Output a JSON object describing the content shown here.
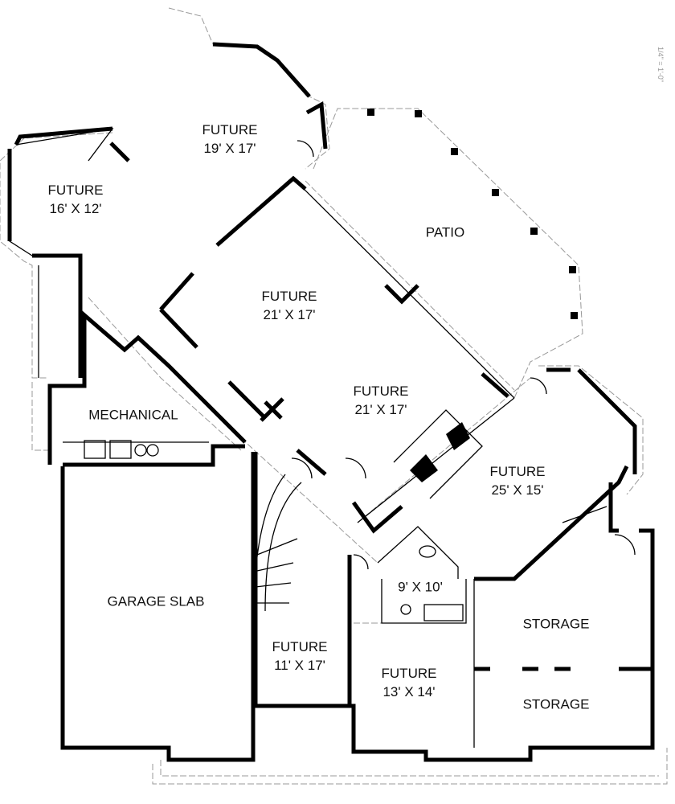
{
  "plan": {
    "scale_note": "1/4\" = 1'-0\"",
    "rooms": [
      {
        "id": "future-19x17",
        "name": "FUTURE",
        "size": "19' X 17'"
      },
      {
        "id": "future-16x12",
        "name": "FUTURE",
        "size": "16' X 12'"
      },
      {
        "id": "patio",
        "name": "PATIO",
        "size": ""
      },
      {
        "id": "future-21x17-a",
        "name": "FUTURE",
        "size": "21' X 17'"
      },
      {
        "id": "future-21x17-b",
        "name": "FUTURE",
        "size": "21' X 17'"
      },
      {
        "id": "mechanical",
        "name": "MECHANICAL",
        "size": ""
      },
      {
        "id": "future-25x15",
        "name": "FUTURE",
        "size": "25' X 15'"
      },
      {
        "id": "garage-slab",
        "name": "GARAGE SLAB",
        "size": ""
      },
      {
        "id": "bath",
        "name": "",
        "size": "9' X 10'"
      },
      {
        "id": "storage-a",
        "name": "STORAGE",
        "size": ""
      },
      {
        "id": "future-11x17",
        "name": "FUTURE",
        "size": "11' X 17'"
      },
      {
        "id": "future-13x14",
        "name": "FUTURE",
        "size": "13' X 14'"
      },
      {
        "id": "storage-b",
        "name": "STORAGE",
        "size": ""
      }
    ]
  },
  "colors": {
    "wall": "#000000",
    "outline": "#999999",
    "text": "#111111"
  }
}
